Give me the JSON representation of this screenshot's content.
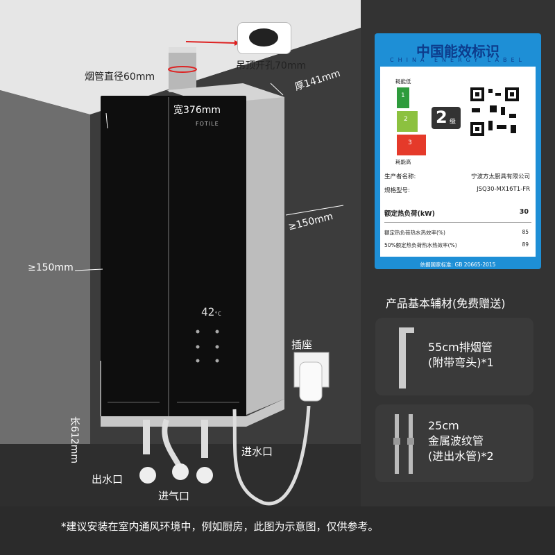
{
  "dimensions": {
    "pipe_diameter": "烟管直径60mm",
    "ceiling_hole": "吊顶开孔70mm",
    "width": "宽376mm",
    "thickness": "厚141mm",
    "clearance_right": "≥150mm",
    "clearance_left": "≥150mm",
    "height": "长612mm"
  },
  "brand": "FOTILE",
  "display": {
    "temp": "42",
    "unit": "°C"
  },
  "ports": {
    "socket": "插座",
    "water_in": "进水口",
    "water_out": "出水口",
    "gas_in": "进气口"
  },
  "energy_label": {
    "title": "中国能效标识",
    "subtitle": "CHINA ENERGY LABEL",
    "low_consumption": "耗能低",
    "high_consumption": "耗能高",
    "grade": "2",
    "grade_suffix": "级",
    "levels": [
      "1",
      "2",
      "3"
    ],
    "level_colors": [
      "#2e9b3c",
      "#8cc13f",
      "#e53a2a"
    ],
    "manufacturer_key": "生产者名称:",
    "manufacturer_val": "宁波方太厨具有限公司",
    "model_key": "规格型号:",
    "model_val": "JSQ30-MX16T1-FR",
    "rated_load_key": "额定热负荷(kW)",
    "rated_load_val": "30",
    "eff1_key": "额定热负荷热水热效率(%)",
    "eff1_val": "85",
    "eff2_key": "50%额定热负荷热水热效率(%)",
    "eff2_val": "89",
    "standard": "依据国家标准: GB 20665-2015"
  },
  "accessories": {
    "heading": "产品基本辅材(免费赠送)",
    "item1_line1": "55cm排烟管",
    "item1_line2": "(附带弯头)*1",
    "item2_line1": "25cm",
    "item2_line2": "金属波纹管",
    "item2_line3": "(进出水管)*2"
  },
  "footnote": "*建议安装在室内通风环境中，例如厨房，此图为示意图，仅供参考。"
}
